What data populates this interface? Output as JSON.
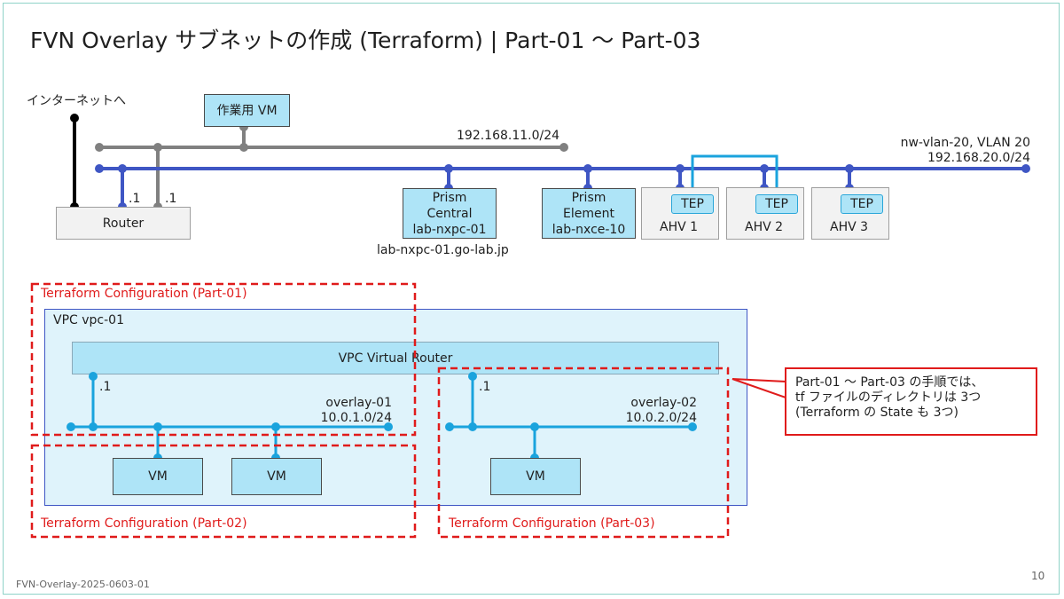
{
  "slide": {
    "title": "FVN Overlay サブネットの作成 (Terraform) | Part-01 ～ Part-03",
    "footer": "FVN-Overlay-2025-0603-01",
    "page_number": "10"
  },
  "physical": {
    "internet_label": "インターネットへ",
    "work_vm": "作業用 VM",
    "mgmt_network": "192.168.11.0/24",
    "vlan_name": "nw-vlan-20, VLAN 20",
    "vlan_network": "192.168.20.0/24",
    "router": {
      "label": "Router",
      "ip1": ".1",
      "ip2": ".1"
    },
    "prism_central": {
      "line1": "Prism",
      "line2": "Central",
      "line3": "lab-nxpc-01",
      "fqdn": "lab-nxpc-01.go-lab.jp"
    },
    "prism_element": {
      "line1": "Prism",
      "line2": "Element",
      "line3": "lab-nxce-10"
    },
    "hosts": [
      {
        "tep": "TEP",
        "name": "AHV 1"
      },
      {
        "tep": "TEP",
        "name": "AHV 2"
      },
      {
        "tep": "TEP",
        "name": "AHV 3"
      }
    ]
  },
  "overlay": {
    "vpc_label": "VPC vpc-01",
    "virtual_router": "VPC Virtual Router",
    "subnets": [
      {
        "name": "overlay-01",
        "cidr": "10.0.1.0/24",
        "gateway": ".1"
      },
      {
        "name": "overlay-02",
        "cidr": "10.0.2.0/24",
        "gateway": ".1"
      }
    ],
    "vms": [
      "VM",
      "VM",
      "VM"
    ]
  },
  "configs": {
    "part01": "Terraform Configuration (Part-01)",
    "part02": "Terraform Configuration (Part-02)",
    "part03": "Terraform Configuration (Part-03)"
  },
  "callout": {
    "line1": "Part-01 ～ Part-03 の手順では、",
    "line2": "tf ファイルのディレクトリは 3つ",
    "line3": "(Terraform の State も 3つ)"
  },
  "colors": {
    "mgmt_line": "#808080",
    "vlan_line": "#3f56c4",
    "overlay_line": "#1aa3dd",
    "internet_line": "#000000",
    "config_border": "#e01b1b"
  }
}
